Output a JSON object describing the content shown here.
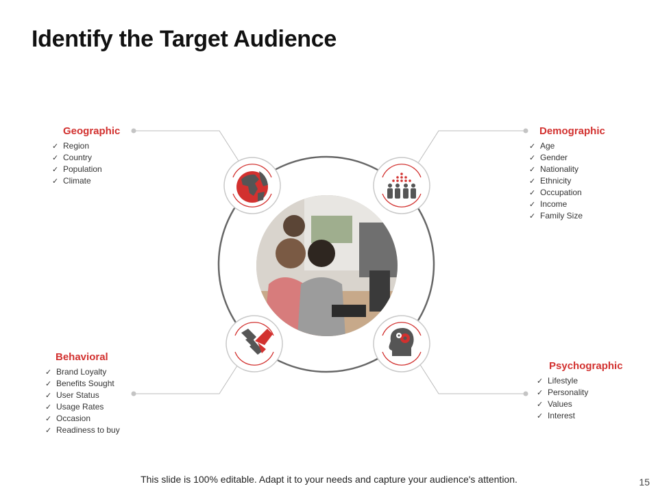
{
  "title": "Identify the Target Audience",
  "colors": {
    "accent": "#d2312f",
    "icon_gray": "#555555",
    "line_gray": "#bbbbbb",
    "ring_gray": "#666666"
  },
  "sections": {
    "geographic": {
      "heading": "Geographic",
      "icon": "globe-icon",
      "items": [
        "Region",
        "Country",
        "Population",
        "Climate"
      ]
    },
    "demographic": {
      "heading": "Demographic",
      "icon": "people-group-icon",
      "items": [
        "Age",
        "Gender",
        "Nationality",
        "Ethnicity",
        "Occupation",
        "Income",
        "Family Size"
      ]
    },
    "behavioral": {
      "heading": "Behavioral",
      "icon": "handshake-icon",
      "items": [
        "Brand Loyalty",
        "Benefits Sought",
        "User Status",
        "Usage Rates",
        "Occasion",
        "Readiness to buy"
      ]
    },
    "psychographic": {
      "heading": "Psychographic",
      "icon": "head-gears-icon",
      "items": [
        "Lifestyle",
        "Personality",
        "Values",
        "Interest"
      ]
    }
  },
  "check_glyph": "✓",
  "footer": "This slide is 100% editable. Adapt it to your needs and capture your audience's attention.",
  "page_number": "15"
}
